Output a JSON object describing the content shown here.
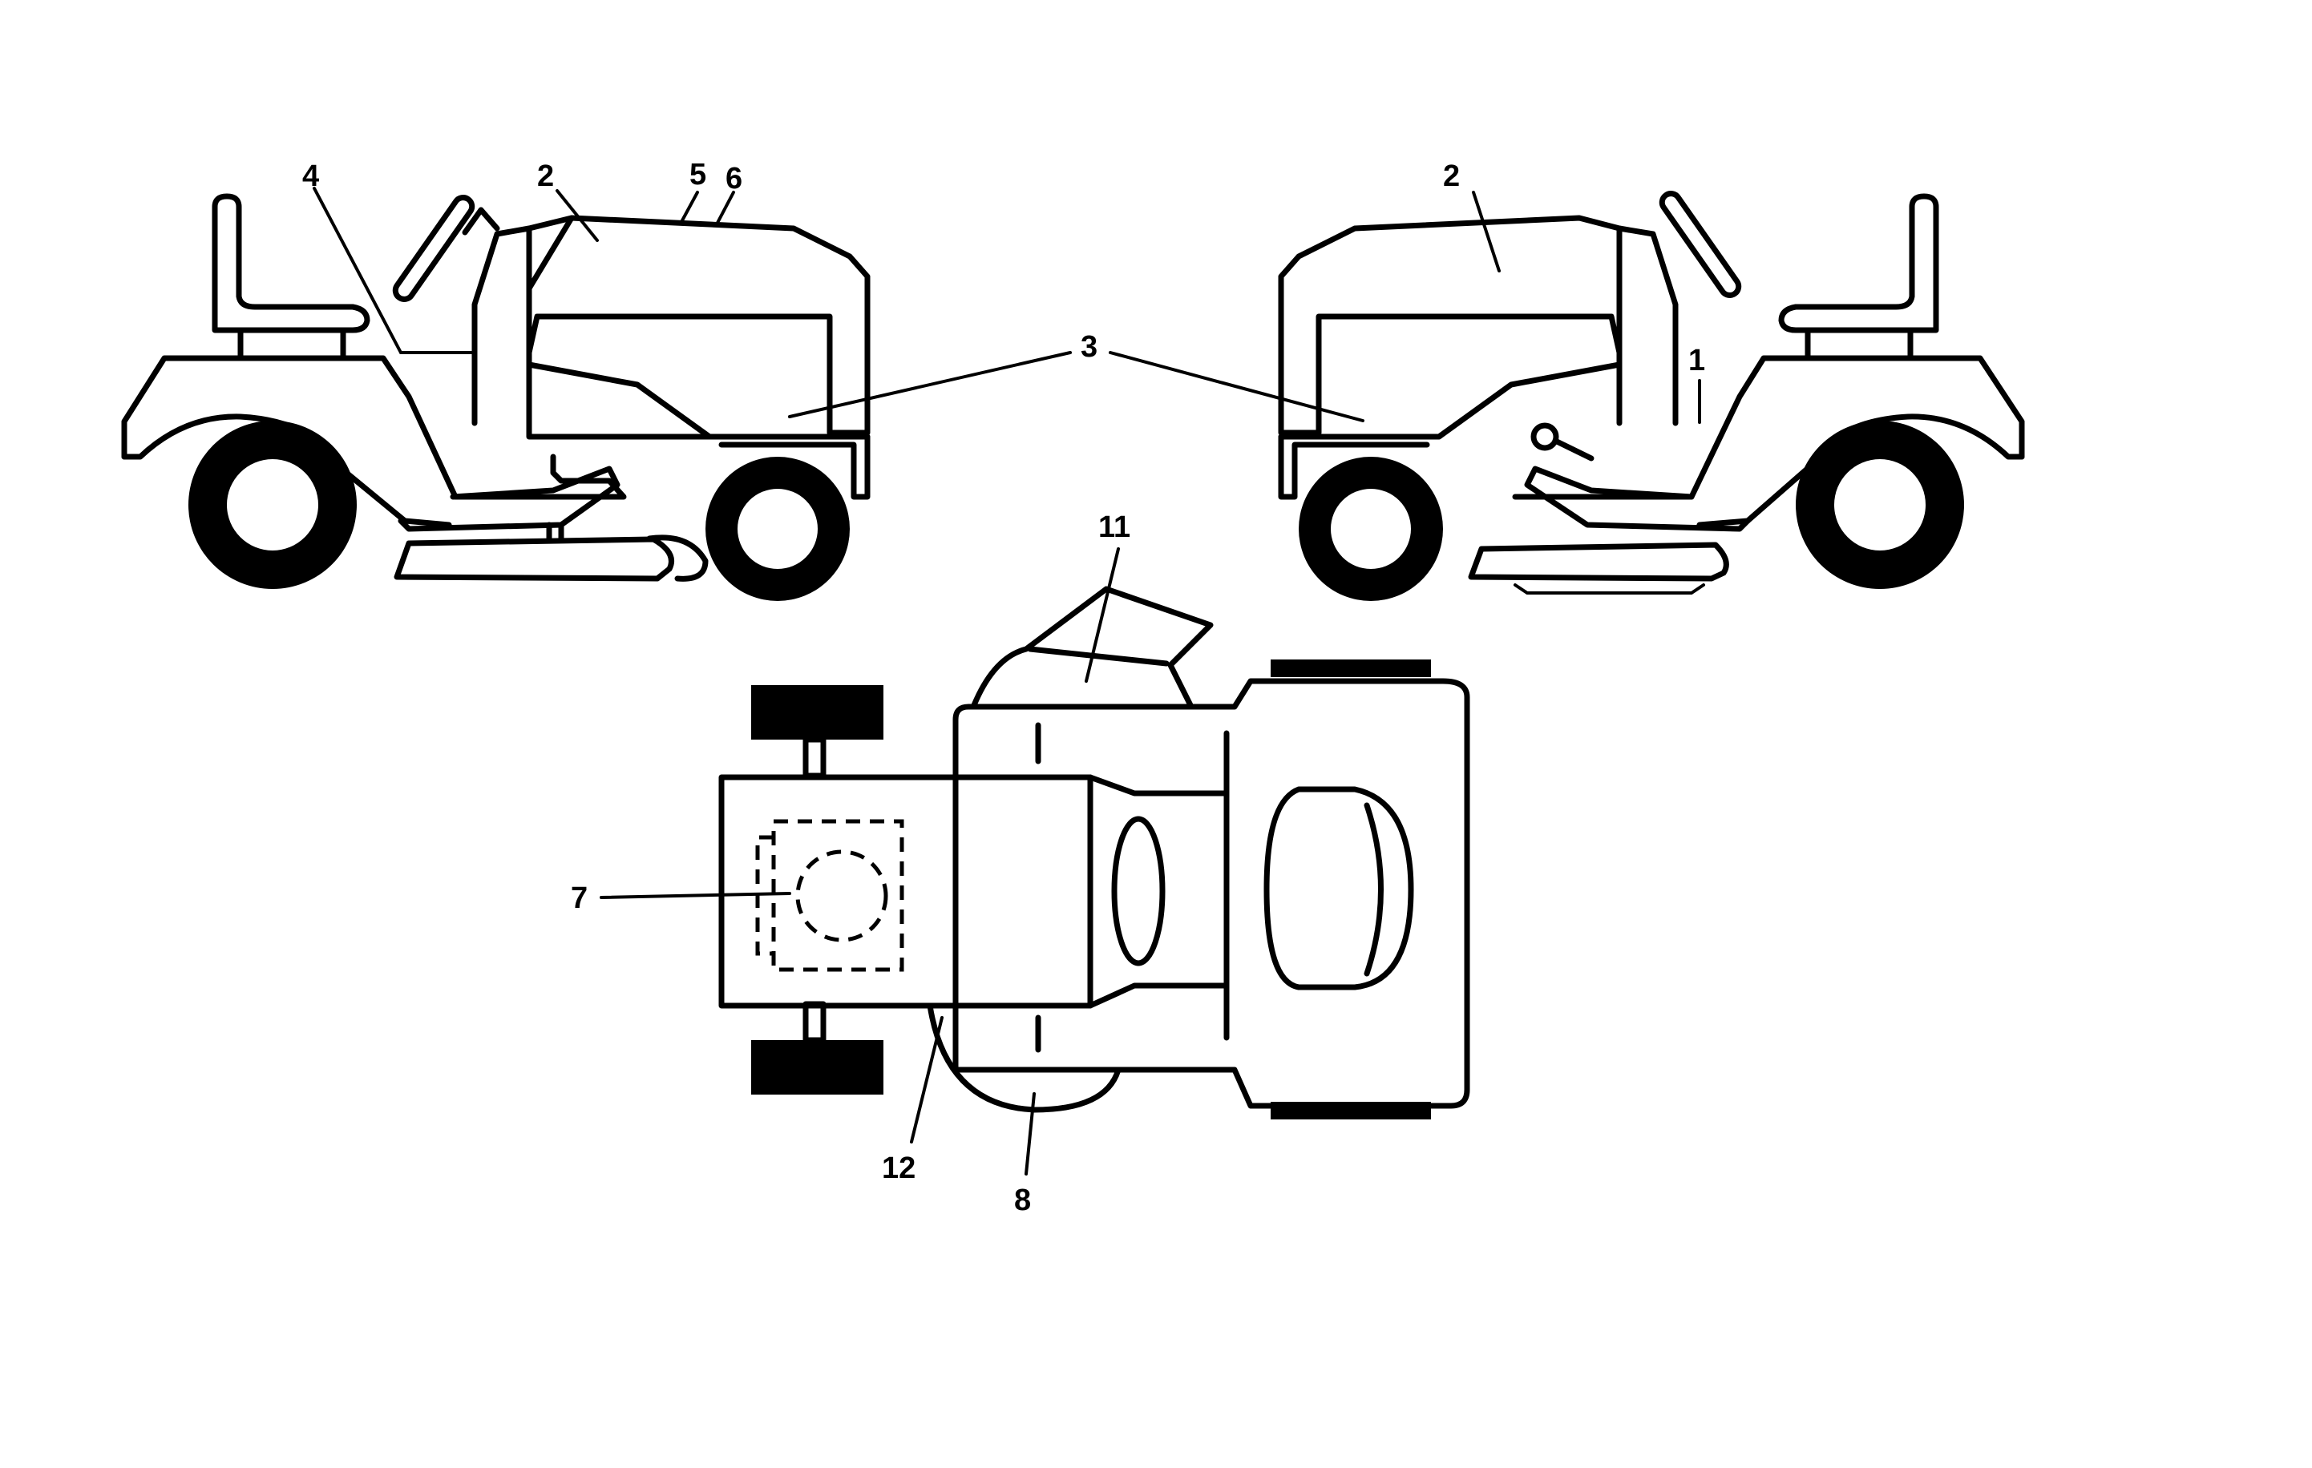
{
  "callouts": {
    "c1": "1",
    "c2_left": "2",
    "c2_right": "2",
    "c3": "3",
    "c4": "4",
    "c5": "5",
    "c6": "6",
    "c7": "7",
    "c8": "8",
    "c11": "11",
    "c12": "12"
  }
}
